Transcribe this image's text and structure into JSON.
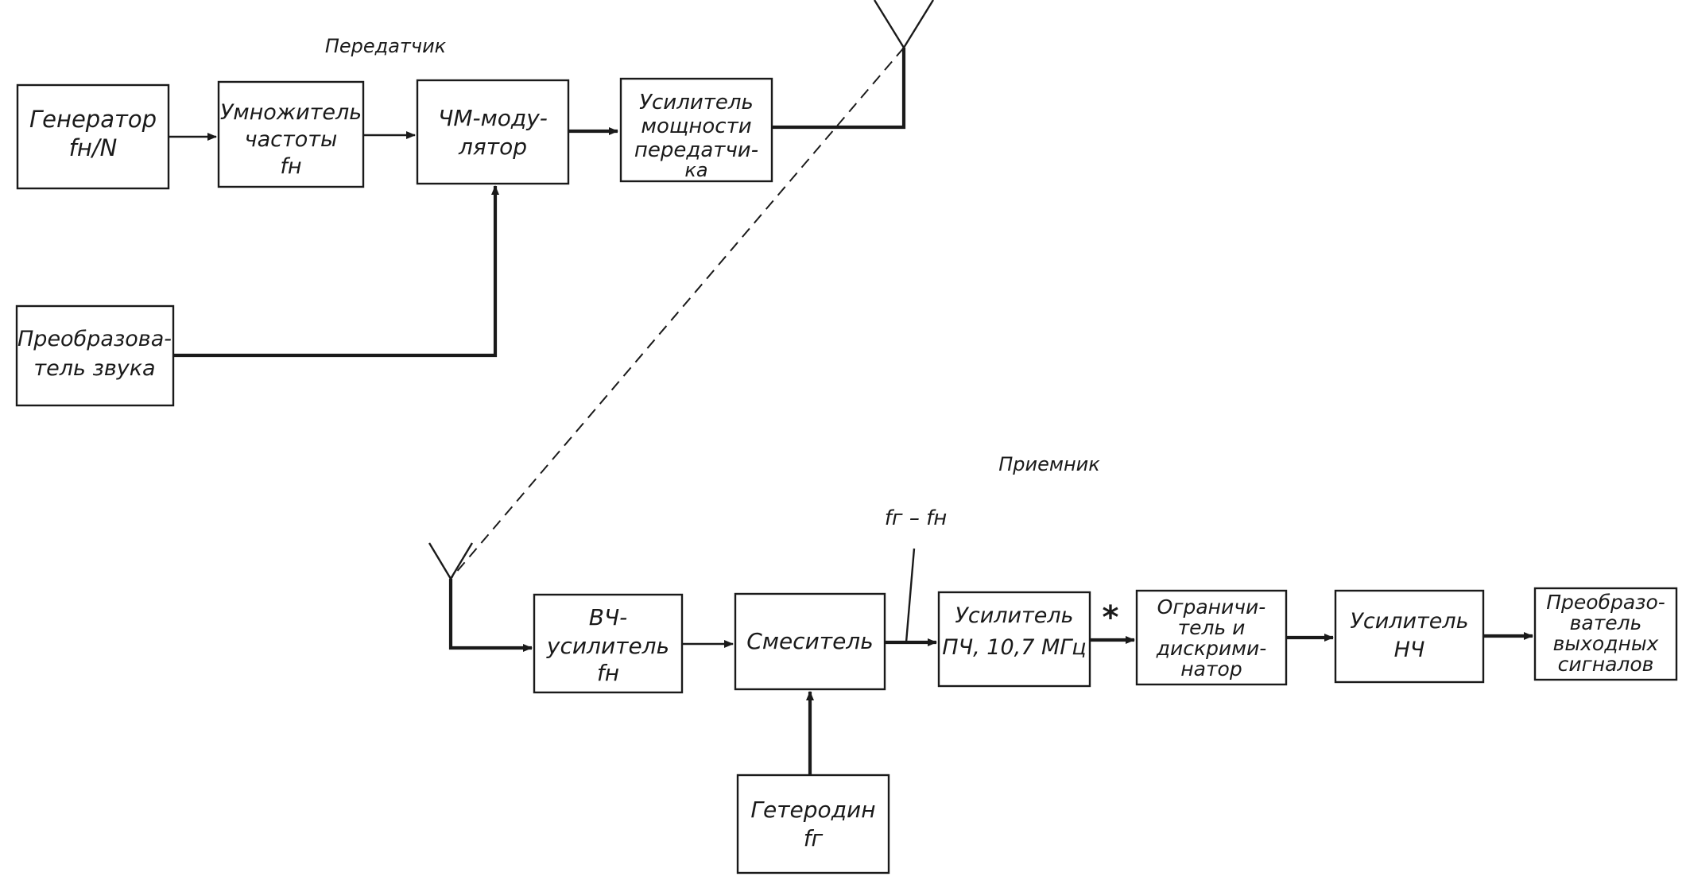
{
  "sections": {
    "transmitter": "Передатчик",
    "receiver": "Приемник"
  },
  "blocks": {
    "generator": [
      "Генератор",
      "fн/N"
    ],
    "multiplier": [
      "Умножитель",
      "частоты",
      "fн"
    ],
    "fm_modulator": [
      "ЧМ-моду-",
      "лятор"
    ],
    "power_amp": [
      "Усилитель",
      "мощности",
      "передатчи-",
      "ка"
    ],
    "sound_converter": [
      "Преобразова-",
      "тель звука"
    ],
    "rf_amp": [
      "ВЧ-",
      "усилитель",
      "fн"
    ],
    "mixer": [
      "Смеситель"
    ],
    "if_amp": [
      "Усилитель",
      "ПЧ, 10,7 МГц"
    ],
    "limiter_discriminator": [
      "Ограничи-",
      "тель и",
      "дискрими-",
      "натор"
    ],
    "lf_amp": [
      "Усилитель",
      "НЧ"
    ],
    "output_converter": [
      "Преобразо-",
      "ватель",
      "выходных",
      "сигналов"
    ],
    "local_oscillator": [
      "Гетеродин",
      "fг"
    ]
  },
  "labels": {
    "mixer_output_freq": "fг – fн",
    "marker": "*"
  }
}
